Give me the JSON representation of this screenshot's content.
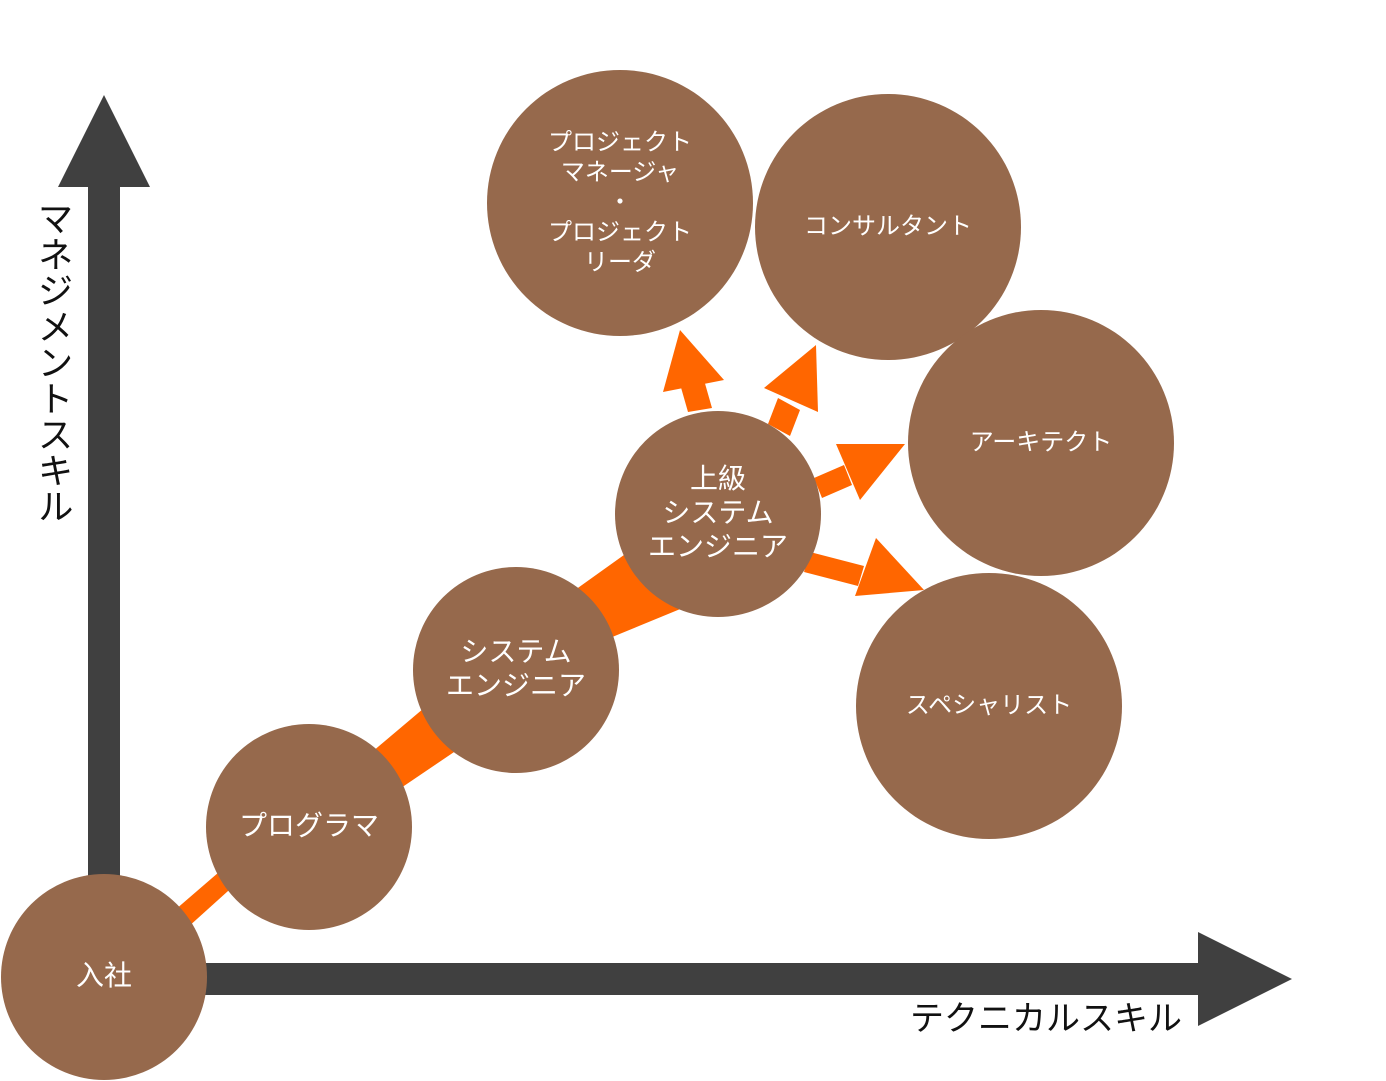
{
  "axes": {
    "y_label": "マネジメントスキル",
    "x_label": "テクニカルスキル",
    "color": "#404040"
  },
  "colors": {
    "node_fill": "#96694c",
    "node_text": "#ffffff",
    "path_arrow": "#ff6600"
  },
  "nodes": [
    {
      "id": "join",
      "lines": [
        "入社"
      ]
    },
    {
      "id": "programmer",
      "lines": [
        "プログラマ"
      ]
    },
    {
      "id": "system-engineer",
      "lines": [
        "システム",
        "エンジニア"
      ]
    },
    {
      "id": "senior-system-engineer",
      "lines": [
        "上級",
        "システム",
        "エンジニア"
      ]
    },
    {
      "id": "project-manager",
      "lines": [
        "プロジェクト",
        "マネージャ",
        "・",
        "プロジェクト",
        "リーダ"
      ]
    },
    {
      "id": "consultant",
      "lines": [
        "コンサルタント"
      ]
    },
    {
      "id": "architect",
      "lines": [
        "アーキテクト"
      ]
    },
    {
      "id": "specialist",
      "lines": [
        "スペシャリスト"
      ]
    }
  ],
  "edges": [
    {
      "from": "join",
      "to": "programmer"
    },
    {
      "from": "programmer",
      "to": "system-engineer"
    },
    {
      "from": "system-engineer",
      "to": "senior-system-engineer"
    },
    {
      "from": "senior-system-engineer",
      "to": "project-manager"
    },
    {
      "from": "senior-system-engineer",
      "to": "consultant"
    },
    {
      "from": "senior-system-engineer",
      "to": "architect"
    },
    {
      "from": "senior-system-engineer",
      "to": "specialist"
    }
  ]
}
